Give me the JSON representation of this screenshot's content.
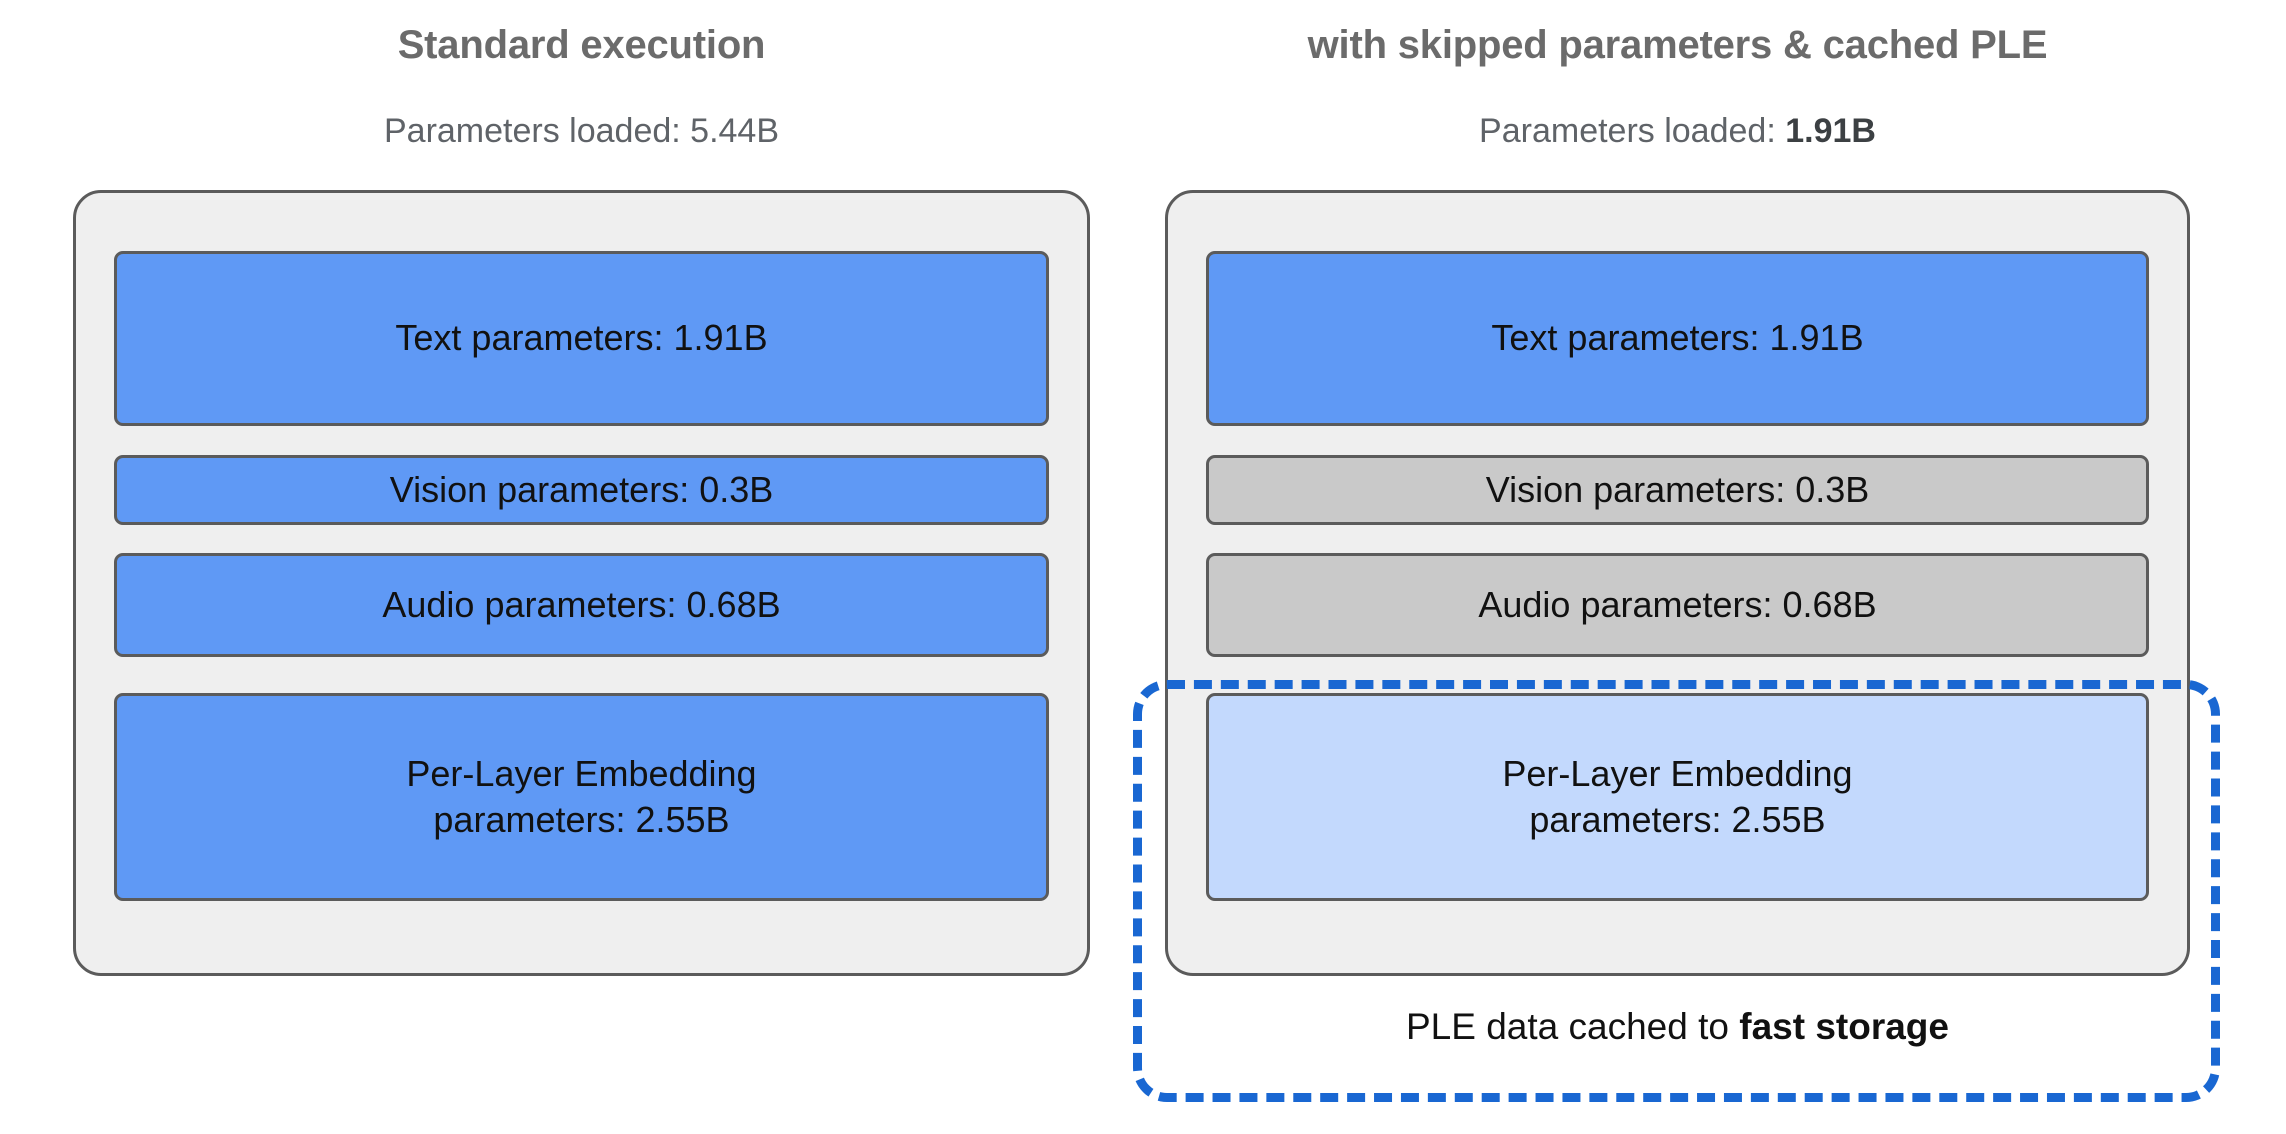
{
  "figure": {
    "background_color": "#ffffff",
    "accent_blue": "#5f99f5",
    "accent_light_blue": "#c3d9fd",
    "accent_grey": "#c9c9c9",
    "dashed_outline_color": "#1967d2",
    "container_fill": "#efefef",
    "container_border": "#5b5b5b",
    "heading_color": "#6b6b6b"
  },
  "columns": [
    {
      "id": "standard",
      "title": "Standard execution",
      "subtitle_prefix": "Parameters loaded: ",
      "subtitle_value": "5.44B",
      "subtitle_value_bold": false,
      "subtitle_full": "Parameters loaded: 5.44B",
      "blocks": [
        {
          "name": "text-parameters",
          "label": "Text parameters: 1.91B",
          "value_b": 1.91,
          "state": "loaded",
          "fill": "#5f99f5"
        },
        {
          "name": "vision-parameters",
          "label": "Vision parameters: 0.3B",
          "value_b": 0.3,
          "state": "loaded",
          "fill": "#5f99f5"
        },
        {
          "name": "audio-parameters",
          "label": "Audio parameters: 0.68B",
          "value_b": 0.68,
          "state": "loaded",
          "fill": "#5f99f5"
        },
        {
          "name": "ple-parameters",
          "label_line1": "Per-Layer Embedding",
          "label_line2": "parameters: 2.55B",
          "value_b": 2.55,
          "state": "loaded",
          "fill": "#5f99f5"
        }
      ]
    },
    {
      "id": "optimized",
      "title": "with skipped parameters & cached PLE",
      "subtitle_prefix": "Parameters loaded: ",
      "subtitle_value": "1.91B",
      "subtitle_value_bold": true,
      "subtitle_full": "Parameters loaded: 1.91B",
      "blocks": [
        {
          "name": "text-parameters",
          "label": "Text parameters: 1.91B",
          "value_b": 1.91,
          "state": "loaded",
          "fill": "#5f99f5"
        },
        {
          "name": "vision-parameters",
          "label": "Vision parameters: 0.3B",
          "value_b": 0.3,
          "state": "skipped",
          "fill": "#c9c9c9"
        },
        {
          "name": "audio-parameters",
          "label": "Audio parameters: 0.68B",
          "value_b": 0.68,
          "state": "skipped",
          "fill": "#c9c9c9"
        },
        {
          "name": "ple-parameters",
          "label_line1": "Per-Layer Embedding",
          "label_line2": "parameters: 2.55B",
          "value_b": 2.55,
          "state": "cached",
          "fill": "#c3d9fd"
        }
      ],
      "cache_caption_prefix": "PLE data cached to ",
      "cache_caption_emphasis": "fast storage",
      "cache_caption_full": "PLE data cached to fast storage"
    }
  ]
}
